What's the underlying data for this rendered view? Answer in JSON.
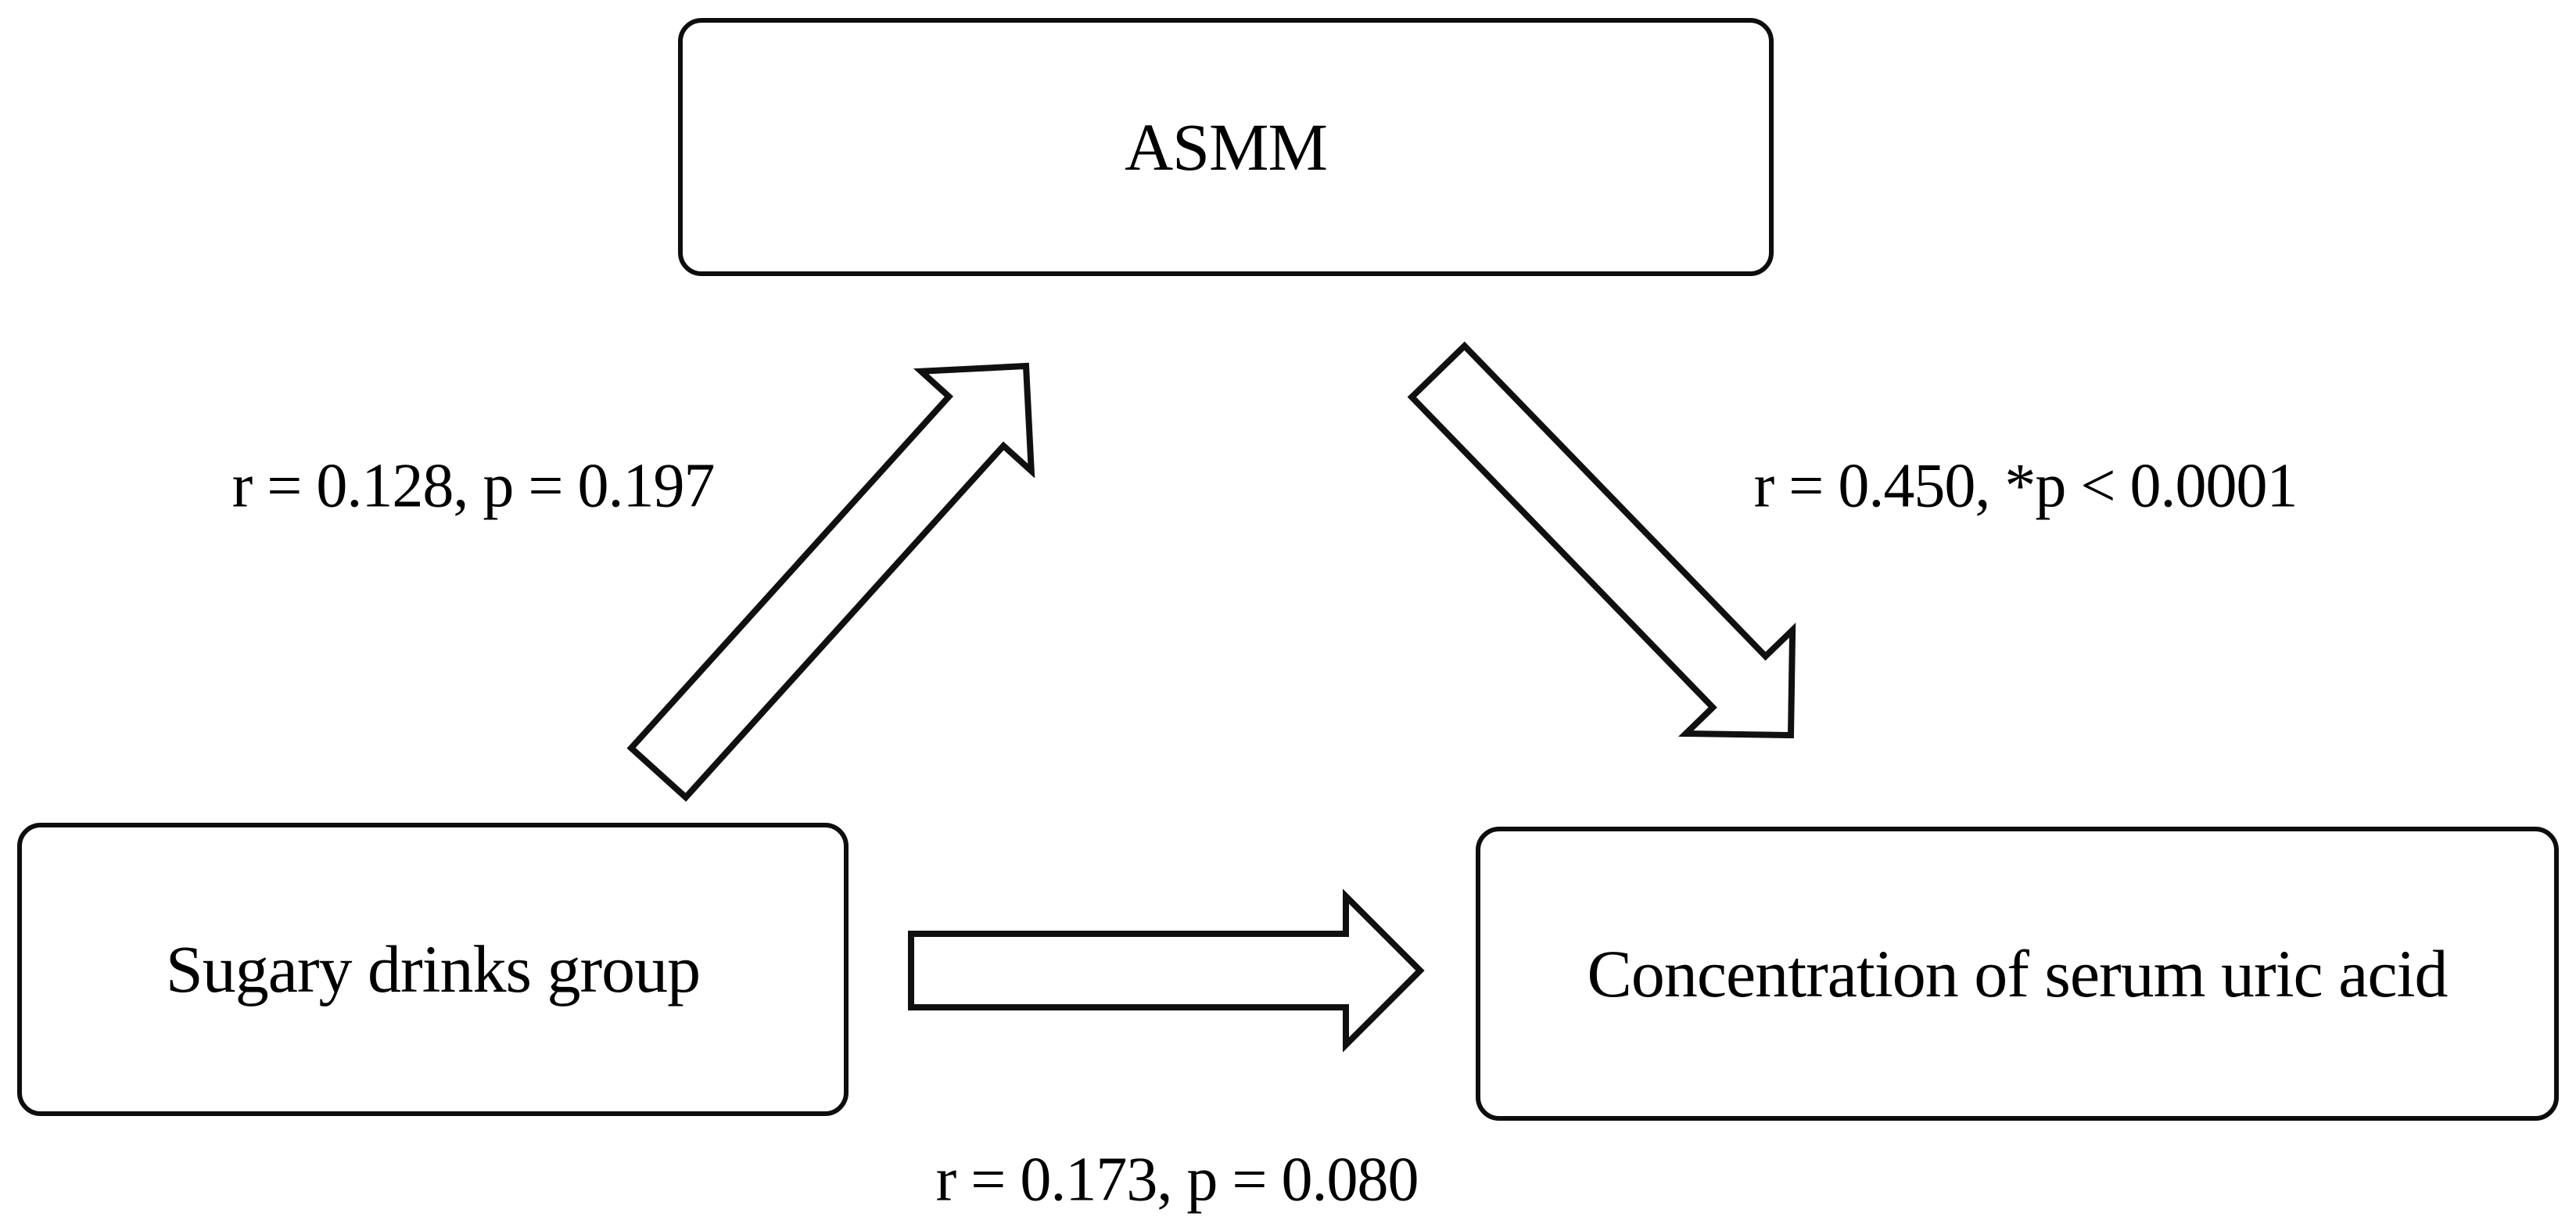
{
  "figure": {
    "background_color": "#ffffff",
    "text_color": "#000000",
    "line_color": "#101010"
  },
  "nodes": {
    "mediator": {
      "label": "ASMM"
    },
    "exposure": {
      "label": "Sugary drinks group"
    },
    "outcome": {
      "label": "Concentration of serum uric acid"
    }
  },
  "edges": {
    "exposure_to_mediator": {
      "from": "Sugary drinks group",
      "to": "ASMM",
      "label": "r = 0.128, p = 0.197"
    },
    "mediator_to_outcome": {
      "from": "ASMM",
      "to": "Concentration of serum uric acid",
      "label": "r = 0.450, *p < 0.0001"
    },
    "exposure_to_outcome": {
      "from": "Sugary drinks group",
      "to": "Concentration of serum uric acid",
      "label": "r = 0.173, p = 0.080"
    }
  }
}
